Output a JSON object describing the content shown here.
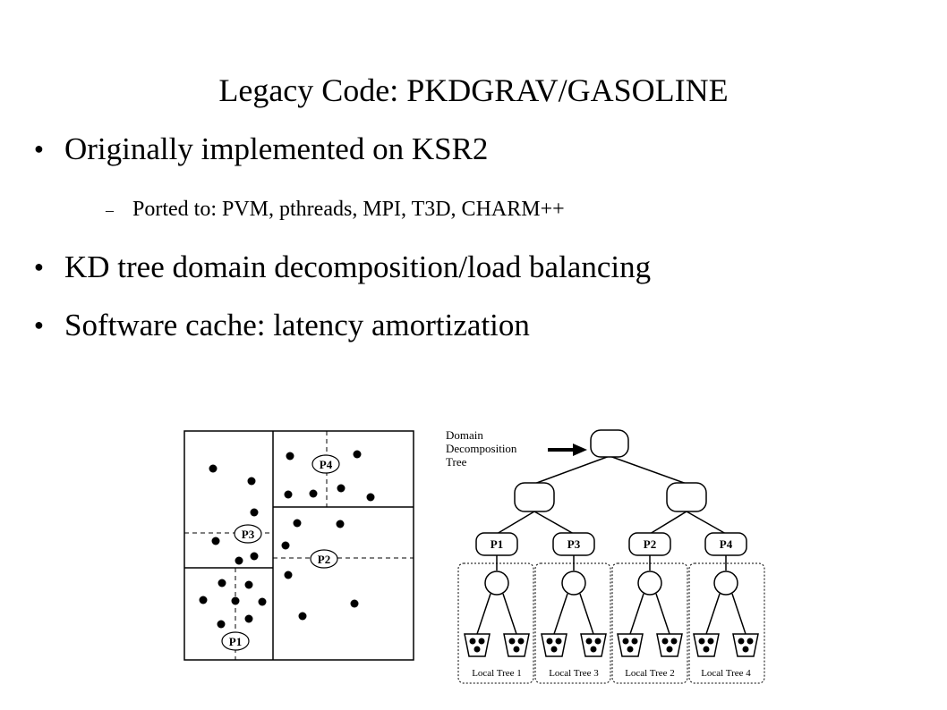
{
  "slide": {
    "title": "Legacy Code: PKDGRAV/GASOLINE",
    "bullets": [
      {
        "marker": "●",
        "text": "Originally implemented on KSR2"
      },
      {
        "marker": "●",
        "text": "KD tree domain decomposition/load balancing"
      },
      {
        "marker": "●",
        "text": "Software cache: latency amortization"
      }
    ],
    "sub_bullets": [
      {
        "marker": "–",
        "text": "Ported to: PVM, pthreads, MPI, T3D, CHARM++"
      }
    ]
  },
  "domain_figure": {
    "region_labels": [
      "P1",
      "P2",
      "P3",
      "P4"
    ]
  },
  "tree_figure": {
    "caption_lines": [
      "Domain",
      "Decomposition",
      "Tree"
    ],
    "processor_nodes": [
      "P1",
      "P3",
      "P2",
      "P4"
    ],
    "local_trees": [
      "Local Tree 1",
      "Local Tree 3",
      "Local Tree 2",
      "Local Tree 4"
    ]
  }
}
